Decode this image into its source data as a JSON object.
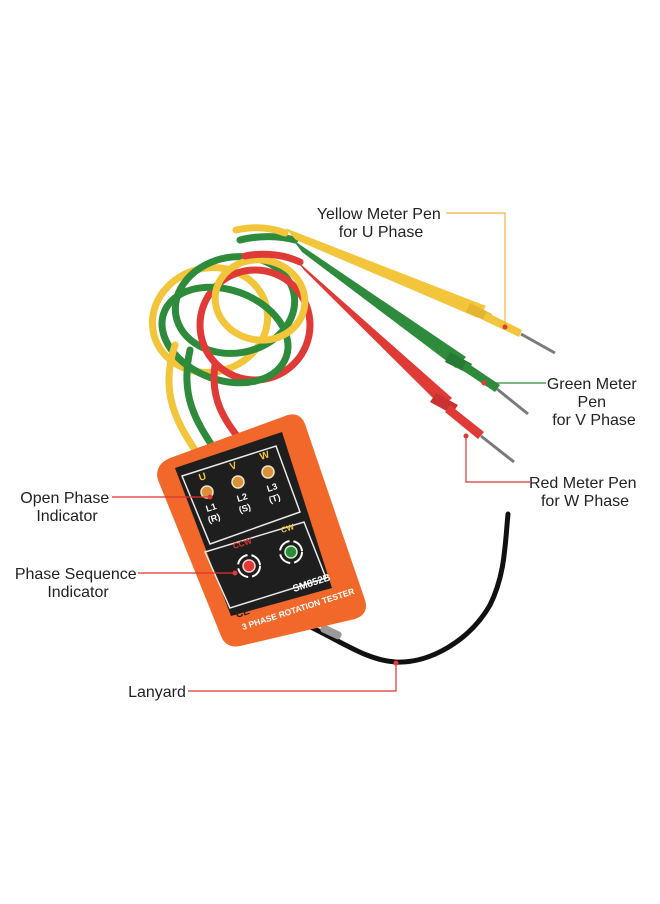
{
  "callouts": {
    "yellow_pen": [
      "Yellow Meter Pen",
      "for U Phase"
    ],
    "green_pen": [
      "Green Meter",
      "Pen",
      "for V Phase"
    ],
    "red_pen": [
      "Red Meter Pen",
      "for W Phase"
    ],
    "open_phase": [
      "Open Phase",
      "Indicator"
    ],
    "phase_sequence": [
      "Phase Sequence",
      "Indicator"
    ],
    "lanyard": [
      "Lanyard"
    ]
  },
  "device": {
    "phase_letters": [
      "U",
      "V",
      "W"
    ],
    "phase_codes": [
      "L1",
      "L2",
      "L3"
    ],
    "phase_alt": [
      "(R)",
      "(S)",
      "(T)"
    ],
    "ccw_label": "CCW",
    "cw_label": "CW",
    "model": "SM852B",
    "product_name": "3 PHASE ROTATION TESTER",
    "cert_mark": "CE"
  },
  "colors": {
    "callout_line": "#f0b43c",
    "callout_line_green": "#2f8a3a",
    "callout_line_red": "#e03030",
    "case_orange": "#f2682a",
    "panel_black": "#1e1e1e",
    "yellow_pen": "#f2c53a",
    "green_pen": "#2e8b3c",
    "red_pen": "#e03a36"
  }
}
